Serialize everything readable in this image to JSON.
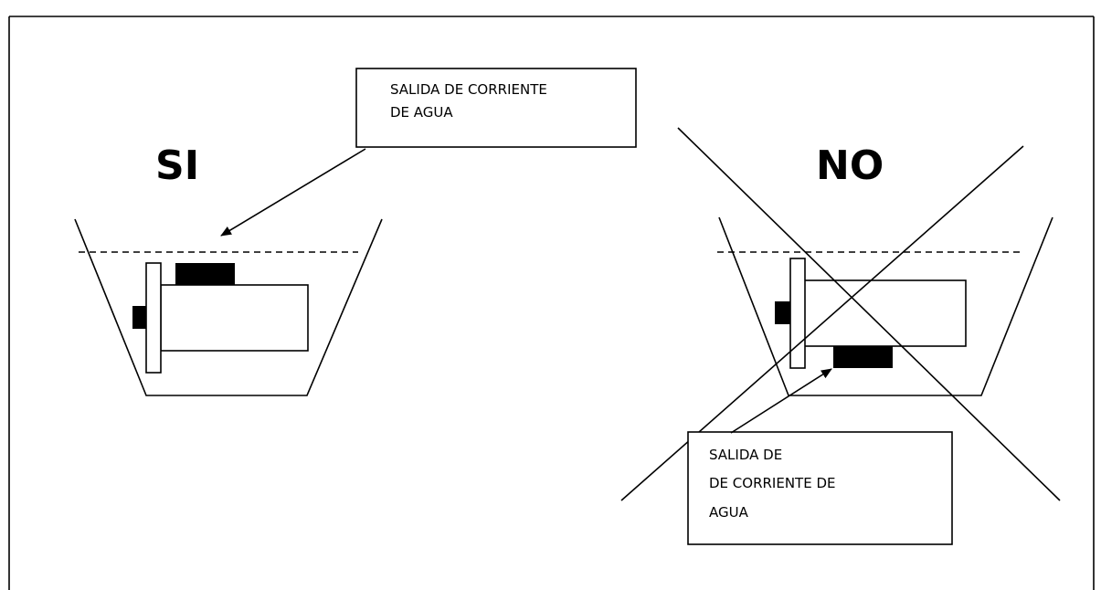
{
  "left_panel": {
    "verdict": "SI",
    "callout_lines": [
      "SALIDA DE  CORRIENTE",
      "DE AGUA"
    ]
  },
  "right_panel": {
    "verdict": "NO",
    "callout_lines": [
      "SALIDA DE",
      "DE CORRIENTE DE",
      "AGUA"
    ]
  },
  "colors": {
    "ink": "#000000",
    "background": "#ffffff"
  }
}
